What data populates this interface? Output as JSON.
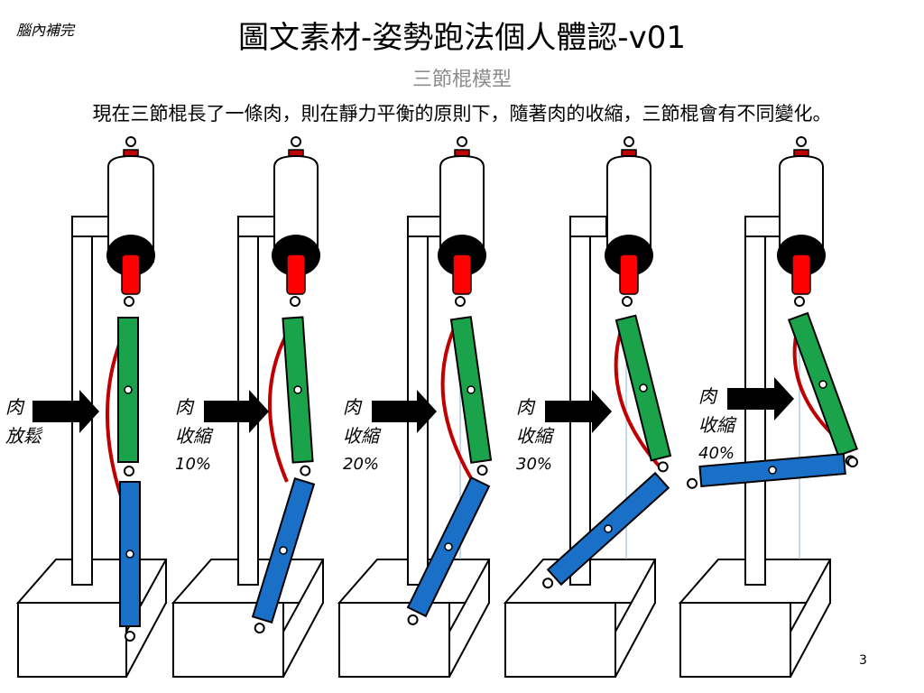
{
  "header": {
    "corner_note": "腦內補完",
    "title": "圖文素材-姿勢跑法個人體認-v01",
    "subtitle": "三節棍模型",
    "description": "現在三節棍長了一條肉，則在靜力平衡的原則下，隨著肉的收縮，三節棍會有不同變化。"
  },
  "panels": [
    {
      "label_line1": "肉",
      "label_line2": "放鬆",
      "label_line3": ""
    },
    {
      "label_line1": "肉",
      "label_line2": "收縮",
      "label_line3": "10%"
    },
    {
      "label_line1": "肉",
      "label_line2": "收縮",
      "label_line3": "20%"
    },
    {
      "label_line1": "肉",
      "label_line2": "收縮",
      "label_line3": "30%"
    },
    {
      "label_line1": "肉",
      "label_line2": "收縮",
      "label_line3": "40%"
    }
  ],
  "colors": {
    "upper_segment": "#1aa34a",
    "lower_segment": "#1a6fc6",
    "muscle": "#c00000",
    "actuator_piston": "#ff0000",
    "arrow": "#000000"
  },
  "footer": {
    "page_number": "3"
  }
}
